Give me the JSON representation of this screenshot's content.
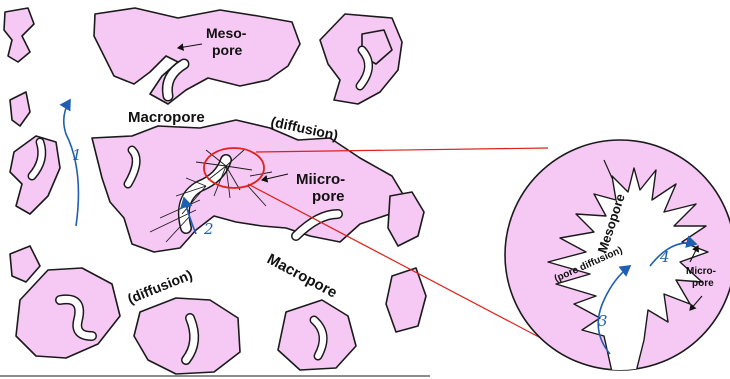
{
  "labels": {
    "mesopore_top_line1": "Meso-",
    "mesopore_top_line2": "pore",
    "macropore_upper": "Macropore",
    "diffusion_upper": "(diffusion)",
    "micropore_line1": "Miicro-",
    "micropore_line2": "pore",
    "diffusion_lower": "(diffusion)",
    "macropore_lower": "Macropore",
    "mesopore_zoom": "Mesopore",
    "pore_diffusion": "(pore diffusion)",
    "micropore_zoom_line1": "Micro-",
    "micropore_zoom_line2": "pore"
  },
  "steps": [
    "1",
    "2",
    "3",
    "4"
  ],
  "colors": {
    "grain_fill": "#f6c9f4",
    "outline": "#1a1a1a",
    "flow_arrow": "#1f5fb0",
    "zoom_lines": "#e0201b"
  }
}
